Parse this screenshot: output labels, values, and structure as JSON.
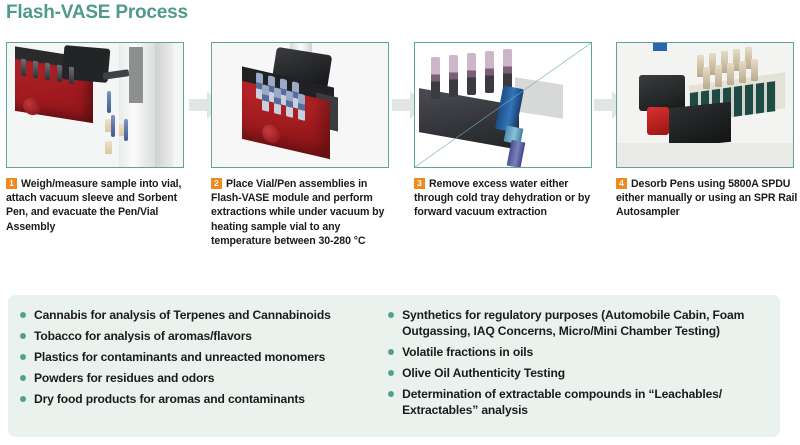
{
  "header": {
    "title": "Flash-VASE Process",
    "title_color": "#4f9b8a"
  },
  "theme": {
    "accent_teal": "#4f9b8a",
    "badge_orange": "#f08a1e",
    "panel_background": "#eaf2ee",
    "bullet_color": "#52a08e",
    "arrow_color": "#dfe6e3",
    "photo_border": "#5fa596"
  },
  "process": {
    "steps": [
      {
        "number": "1",
        "caption": "Weigh/measure sample into vial, attach vacuum sleeve and Sorbent Pen, and evacuate the Pen/Vial Assembly",
        "photo_alt": "red vacuum sleeve module with sorbent pens on instrument"
      },
      {
        "number": "2",
        "caption": "Place Vial/Pen assemblies in Flash-VASE module and perform extractions while under vacuum by heating sample vial to any temperature between 30-280 °C",
        "photo_alt": "red Flash-VASE heating module loaded with vial/pen assemblies"
      },
      {
        "number": "3",
        "caption": "Remove excess water either through cold tray dehydration or by forward vacuum extraction",
        "photo_alt": "sorbent pens in cold tray and blue vacuum extraction probe"
      },
      {
        "number": "4",
        "caption": "Desorb Pens using 5800A SPDU either manually or using an SPR Rail Autosampler",
        "photo_alt": "5800A SPDU instrument interior with pen rack and autosampler"
      }
    ],
    "arrow_icon": "arrow-right-icon"
  },
  "applications": {
    "left_column": [
      "Cannabis for analysis of Terpenes and Cannabinoids",
      "Tobacco for analysis of aromas/flavors",
      "Plastics for contaminants and unreacted monomers",
      "Powders for residues and odors",
      "Dry food products for aromas and contaminants"
    ],
    "right_column": [
      "Synthetics for regulatory purposes (Automobile Cabin, Foam Outgassing, IAQ Concerns, Micro/Mini Chamber Testing)",
      "Volatile fractions in oils",
      "Olive Oil Authenticity Testing",
      "Determination of extractable compounds in “Leachables/ Extractables” analysis"
    ]
  }
}
